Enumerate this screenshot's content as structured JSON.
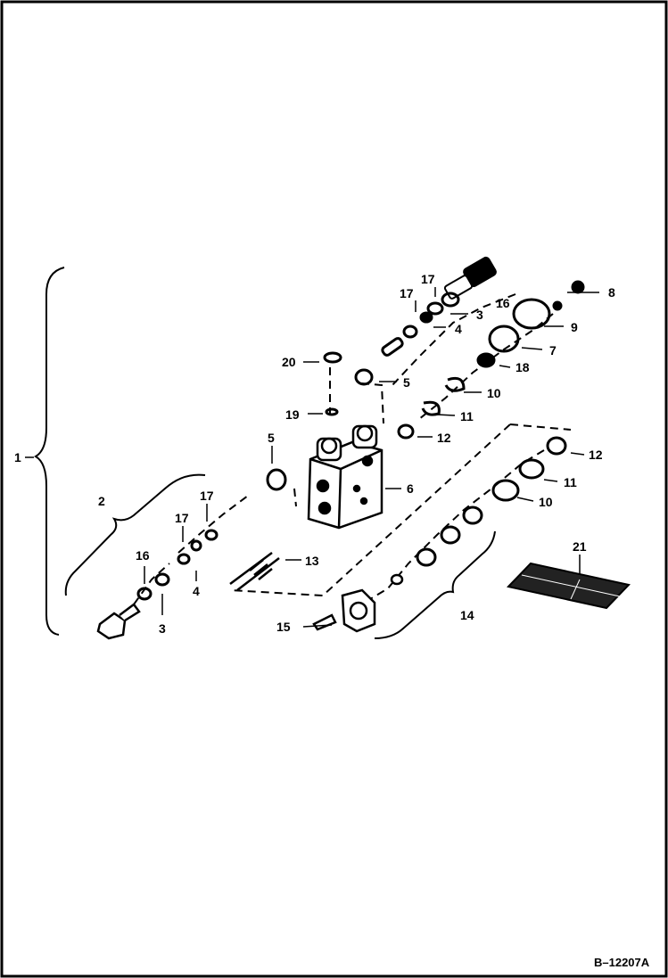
{
  "callouts": [
    {
      "id": "c1",
      "label": "1"
    },
    {
      "id": "c2",
      "label": "2"
    },
    {
      "id": "c3a",
      "label": "3"
    },
    {
      "id": "c3b",
      "label": "3"
    },
    {
      "id": "c4a",
      "label": "4"
    },
    {
      "id": "c4b",
      "label": "4"
    },
    {
      "id": "c5a",
      "label": "5"
    },
    {
      "id": "c5b",
      "label": "5"
    },
    {
      "id": "c6",
      "label": "6"
    },
    {
      "id": "c7",
      "label": "7"
    },
    {
      "id": "c8",
      "label": "8"
    },
    {
      "id": "c9",
      "label": "9"
    },
    {
      "id": "c10a",
      "label": "10"
    },
    {
      "id": "c10b",
      "label": "10"
    },
    {
      "id": "c11a",
      "label": "11"
    },
    {
      "id": "c11b",
      "label": "11"
    },
    {
      "id": "c12a",
      "label": "12"
    },
    {
      "id": "c12b",
      "label": "12"
    },
    {
      "id": "c13",
      "label": "13"
    },
    {
      "id": "c14",
      "label": "14"
    },
    {
      "id": "c15",
      "label": "15"
    },
    {
      "id": "c16a",
      "label": "16"
    },
    {
      "id": "c16b",
      "label": "16"
    },
    {
      "id": "c17a",
      "label": "17"
    },
    {
      "id": "c17b",
      "label": "17"
    },
    {
      "id": "c17c",
      "label": "17"
    },
    {
      "id": "c17d",
      "label": "17"
    },
    {
      "id": "c18",
      "label": "18"
    },
    {
      "id": "c19",
      "label": "19"
    },
    {
      "id": "c20",
      "label": "20"
    },
    {
      "id": "c21",
      "label": "21"
    }
  ],
  "figure_id": "B–12207A",
  "colors": {
    "ink": "#000000",
    "paper": "#ffffff"
  }
}
